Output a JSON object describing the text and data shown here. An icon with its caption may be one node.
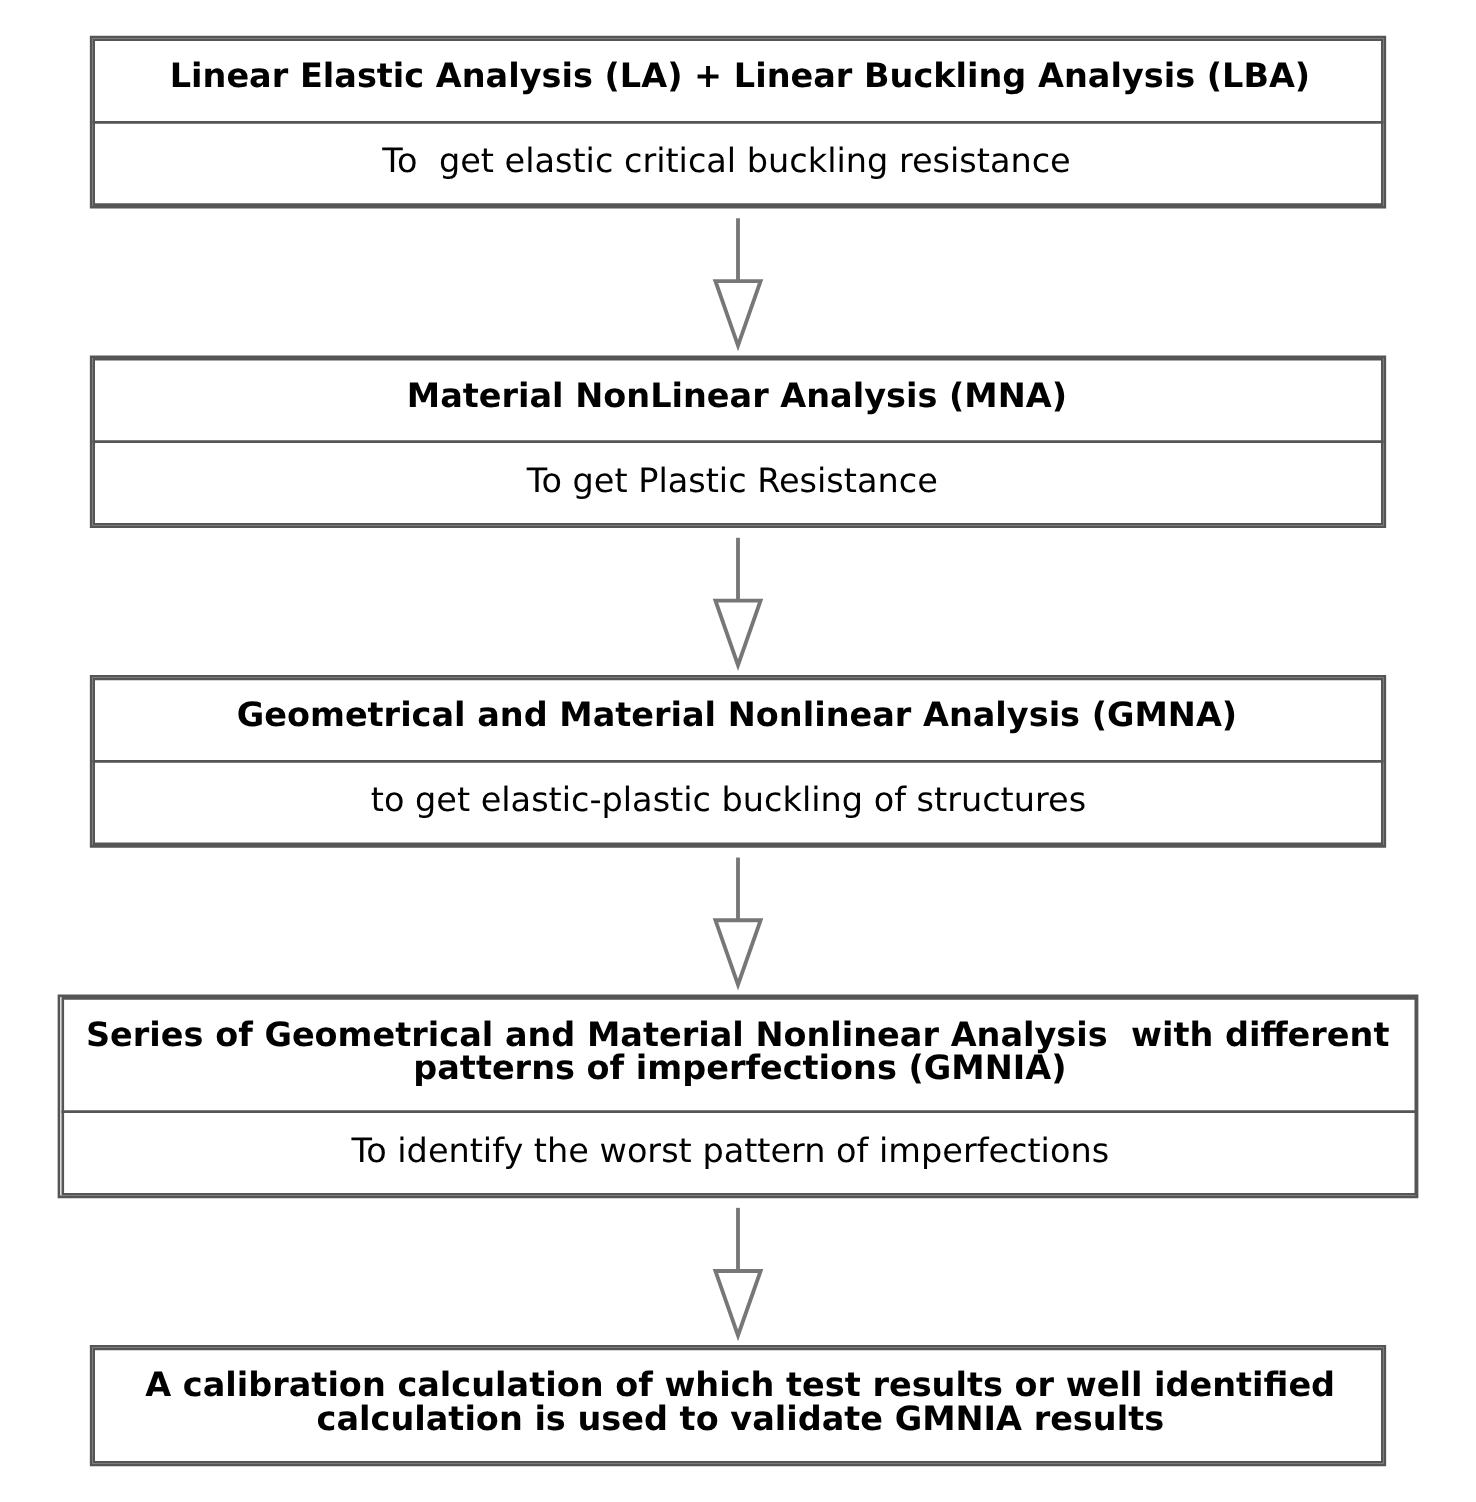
{
  "diagram": {
    "nodes": [
      {
        "text": [
          "Linear Elastic Analysis (LA) + Linear Buckling Analysis (LBA)",
          "To  get elastic critical buckling resistance"
        ]
      },
      {
        "text": [
          "Material NonLinear Analysis (MNA)",
          "To get Plastic Resistance"
        ]
      },
      {
        "text": [
          "Geometrical and Material Nonlinear Analysis (GMNA)",
          "to get elastic-plastic buckling of structures"
        ]
      },
      {
        "text": [
          "Series of Geometrical and Material Nonlinear Analysis  with different patterns of imperfections (GMNIA)",
          "To identify the worst pattern of imperfections"
        ]
      },
      {
        "text": [
          "A calibration calculation of which test results or well identified calculation is used to validate GMNIA results"
        ]
      }
    ],
    "edges": [
      {
        "from": 0,
        "to": 1,
        "arrow": "to"
      },
      {
        "from": 1,
        "to": 2,
        "arrow": "to"
      },
      {
        "from": 2,
        "to": 3,
        "arrow": "to"
      },
      {
        "from": 3,
        "to": 4,
        "arrow": "to"
      }
    ]
  }
}
